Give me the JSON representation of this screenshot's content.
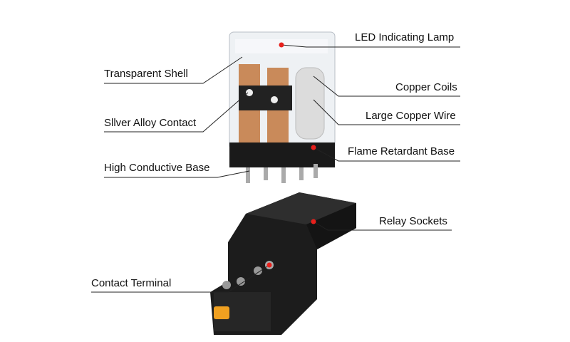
{
  "labels": {
    "led_lamp": "LED Indicating Lamp",
    "transparent_shell": "Transparent Shell",
    "copper_coils": "Copper Coils",
    "large_copper_wire": "Large Copper Wire",
    "silver_alloy_contact": "Sllver Alloy Contact",
    "flame_retardant_base": "Flame Retardant Base",
    "high_conductive_base": "High Conductive Base",
    "relay_sockets": "Relay Sockets",
    "contact_terminal": "Contact Terminal"
  },
  "colors": {
    "callout_dot": "#e8201c",
    "socket": "#1a1a1a",
    "copper": "#c98a5a",
    "latch": "#f0a020"
  }
}
